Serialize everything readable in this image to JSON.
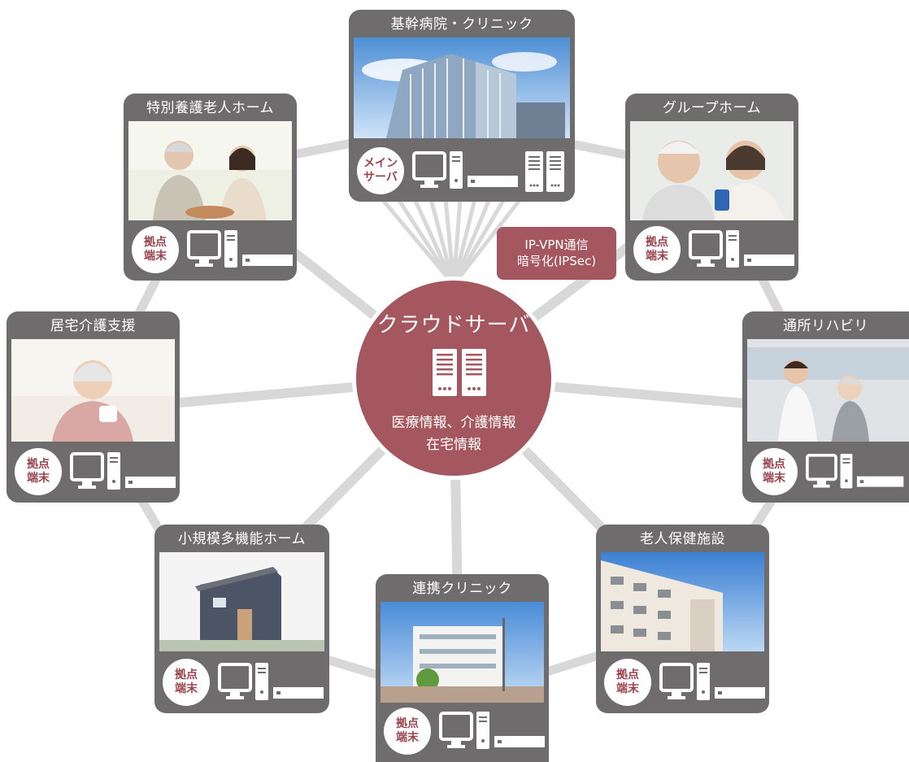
{
  "center": {
    "title": "クラウドサーバ",
    "info_line1": "医療情報、介護情報",
    "info_line2": "在宅情報",
    "icon": "server-rack-icon"
  },
  "vpn_label": {
    "line1": "IP-VPN通信",
    "line2": "暗号化(IPSec)"
  },
  "terminal_badge": {
    "line1": "拠点",
    "line2": "端末"
  },
  "main_server_badge": {
    "line1": "メイン",
    "line2": "サーバ"
  },
  "facilities": [
    {
      "title": "基幹病院・クリニック",
      "photo": "hospital-building"
    },
    {
      "title": "特別養護老人ホーム",
      "photo": "elderly-woman-and-caregiver"
    },
    {
      "title": "グループホーム",
      "photo": "two-elderly-women-smartphone"
    },
    {
      "title": "居宅介護支援",
      "photo": "elderly-woman-with-cup"
    },
    {
      "title": "通所リハビリ",
      "photo": "rehabilitation-walking"
    },
    {
      "title": "小規模多機能ホーム",
      "photo": "small-house"
    },
    {
      "title": "老人保健施設",
      "photo": "apartment-building"
    },
    {
      "title": "連携クリニック",
      "photo": "clinic-building"
    }
  ],
  "colors": {
    "accent": "#a5575f",
    "card": "#6f6c6d",
    "network_line": "#d8d8d8"
  }
}
